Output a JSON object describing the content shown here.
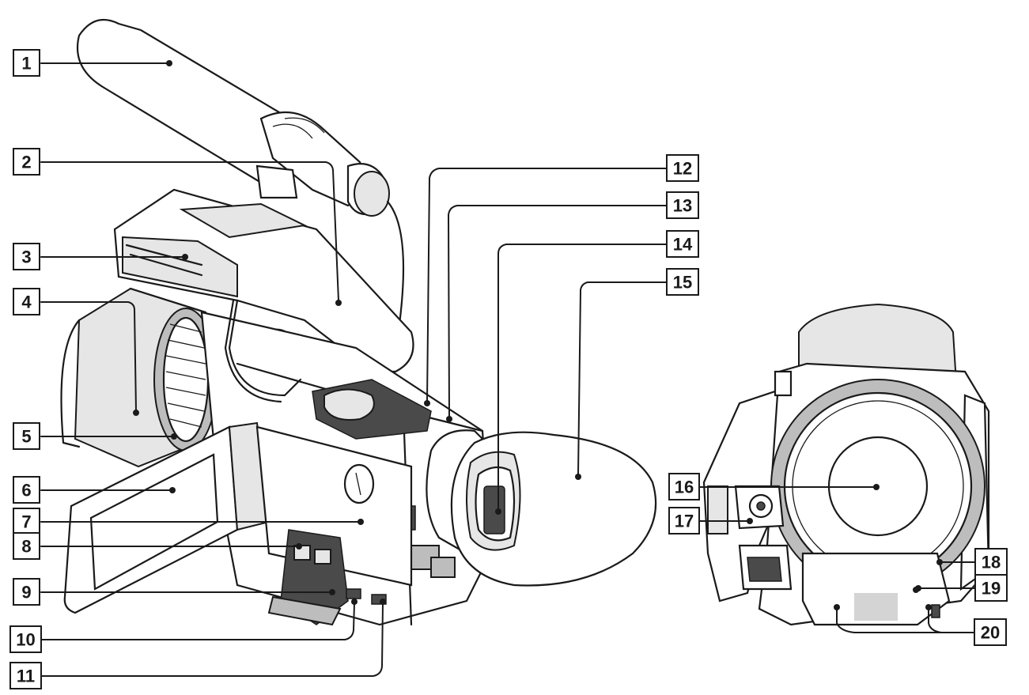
{
  "figure": {
    "callouts": [
      {
        "label": "1"
      },
      {
        "label": "2"
      },
      {
        "label": "3"
      },
      {
        "label": "4"
      },
      {
        "label": "5"
      },
      {
        "label": "6"
      },
      {
        "label": "7"
      },
      {
        "label": "8"
      },
      {
        "label": "9"
      },
      {
        "label": "10"
      },
      {
        "label": "11"
      },
      {
        "label": "12"
      },
      {
        "label": "13"
      },
      {
        "label": "14"
      },
      {
        "label": "15"
      },
      {
        "label": "16"
      },
      {
        "label": "17"
      },
      {
        "label": "18"
      },
      {
        "label": "19"
      },
      {
        "label": "20"
      }
    ]
  }
}
